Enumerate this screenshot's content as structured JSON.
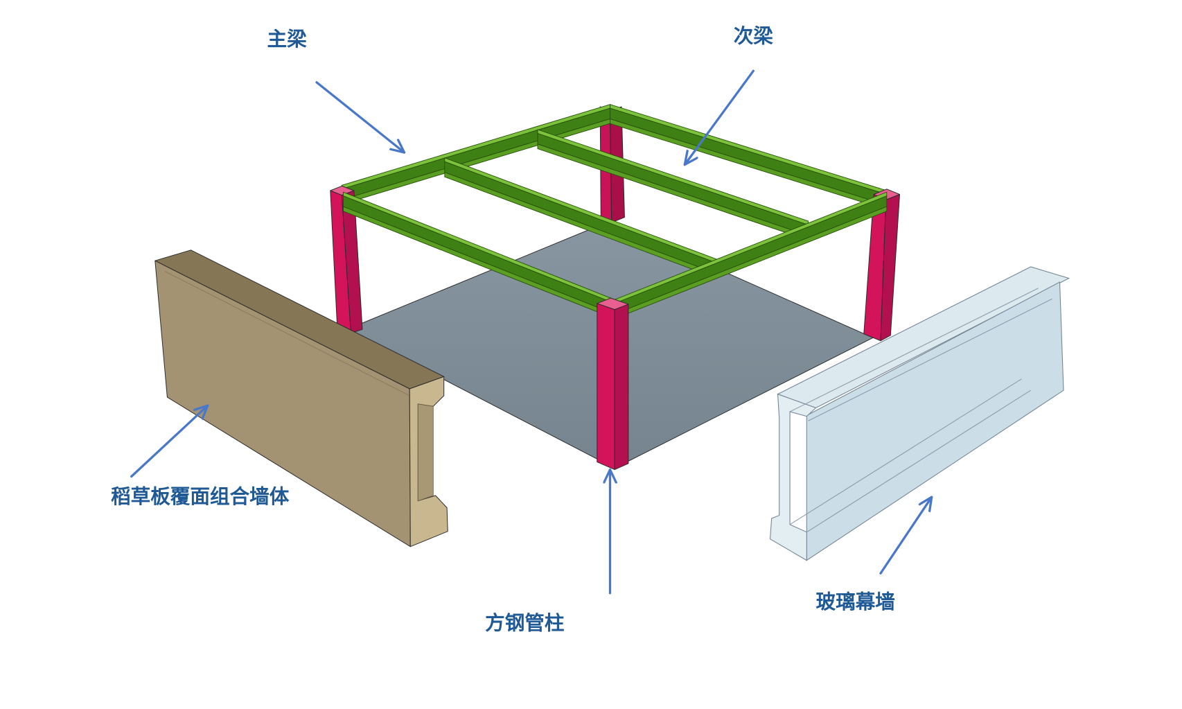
{
  "labels": {
    "main_beam": "主梁",
    "secondary_beam": "次梁",
    "straw_wall": "稻草板覆面组合墙体",
    "column": "方钢管柱",
    "glass_wall": "玻璃幕墙"
  },
  "colors": {
    "label_text": "#1f5a96",
    "arrow": "#4a78c8",
    "column": "#d4145a",
    "beam": "#4e9a1c",
    "floor": "#7b8995",
    "straw_wall": "#a49372",
    "glass_wall": "#cfe2ea"
  }
}
